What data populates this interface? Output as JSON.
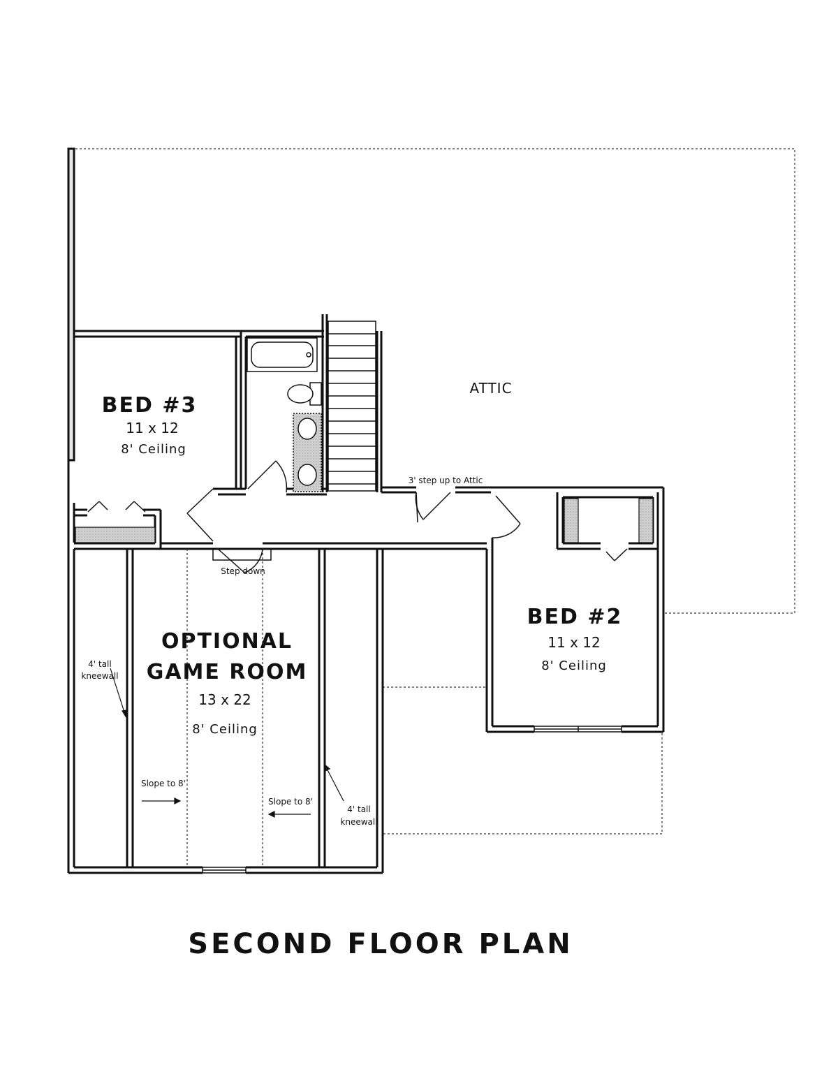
{
  "plan": {
    "title": "SECOND FLOOR PLAN",
    "rooms": {
      "attic": {
        "name": "ATTIC"
      },
      "bed3": {
        "name": "BED #3",
        "size": "11 x 12",
        "ceiling": "8' Ceiling"
      },
      "bed2": {
        "name": "BED #2",
        "size": "11 x 12",
        "ceiling": "8' Ceiling"
      },
      "game_room": {
        "name_line1": "OPTIONAL",
        "name_line2": "GAME ROOM",
        "size": "13 x 22",
        "ceiling": "8' Ceiling"
      }
    },
    "notes": {
      "attic_step": "3' step up to Attic",
      "step_down": "Step down",
      "kneewall_left_1": "4' tall",
      "kneewall_left_2": "kneewall",
      "kneewall_right_1": "4' tall",
      "kneewall_right_2": "kneewall",
      "slope_left": "Slope to 8'",
      "slope_right": "Slope to 8'"
    }
  },
  "colors": {
    "wall": "#111111",
    "wall_fill": "#d9d9d9",
    "background": "#ffffff"
  }
}
